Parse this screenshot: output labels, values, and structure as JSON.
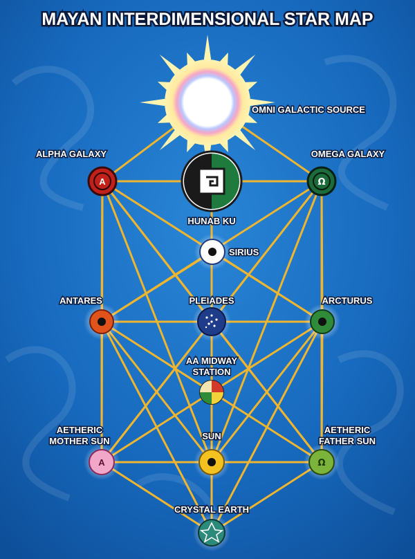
{
  "title": "MAYAN INTERDIMENSIONAL STAR MAP",
  "colors": {
    "background": "#1565b8",
    "lines": "#f0b52e",
    "sun_glow": "#fff3b0"
  },
  "nodes": [
    {
      "id": "omni",
      "label_lines": [
        "OMNI GALACTIC SOURCE"
      ],
      "icon": "radiant-sun-icon",
      "color": "#ffffff"
    },
    {
      "id": "alpha",
      "label_lines": [
        "ALPHA GALAXY"
      ],
      "icon": "alpha-galaxy-icon",
      "color": "#c0211b"
    },
    {
      "id": "omega",
      "label_lines": [
        "OMEGA GALAXY"
      ],
      "icon": "omega-galaxy-icon",
      "color": "#1c6b3a"
    },
    {
      "id": "hunab",
      "label_lines": [
        "HUNAB KU"
      ],
      "icon": "hunab-ku-icon",
      "color": "#1f7a3e"
    },
    {
      "id": "sirius",
      "label_lines": [
        "SIRIUS"
      ],
      "icon": "sirius-star-icon",
      "color": "#ffffff"
    },
    {
      "id": "antares",
      "label_lines": [
        "ANTARES"
      ],
      "icon": "antares-star-icon",
      "color": "#e0541c"
    },
    {
      "id": "pleiades",
      "label_lines": [
        "PLEIADES"
      ],
      "icon": "pleiades-cluster-icon",
      "color": "#1e3c8a"
    },
    {
      "id": "arcturus",
      "label_lines": [
        "ARCTURUS"
      ],
      "icon": "arcturus-star-icon",
      "color": "#2f8a3a"
    },
    {
      "id": "midway",
      "label_lines": [
        "AA MIDWAY",
        "STATION"
      ],
      "icon": "midway-station-icon",
      "color": "#9aa4ad"
    },
    {
      "id": "mother",
      "label_lines": [
        "AETHERIC",
        "MOTHER SUN"
      ],
      "icon": "mother-sun-icon",
      "color": "#f2a6c8"
    },
    {
      "id": "sun",
      "label_lines": [
        "SUN"
      ],
      "icon": "sun-star-icon",
      "color": "#f3c220"
    },
    {
      "id": "father",
      "label_lines": [
        "AETHERIC",
        "FATHER SUN"
      ],
      "icon": "father-sun-icon",
      "color": "#7cb33a"
    },
    {
      "id": "earth",
      "label_lines": [
        "CRYSTAL EARTH"
      ],
      "icon": "crystal-earth-icon",
      "color": "#2c8a7a"
    }
  ],
  "edges": [
    [
      "omni",
      "alpha"
    ],
    [
      "omni",
      "omega"
    ],
    [
      "alpha",
      "hunab"
    ],
    [
      "hunab",
      "omega"
    ],
    [
      "alpha",
      "antares"
    ],
    [
      "omega",
      "arcturus"
    ],
    [
      "antares",
      "mother"
    ],
    [
      "arcturus",
      "father"
    ],
    [
      "mother",
      "sun"
    ],
    [
      "sun",
      "father"
    ],
    [
      "mother",
      "earth"
    ],
    [
      "father",
      "earth"
    ],
    [
      "sun",
      "earth"
    ],
    [
      "alpha",
      "pleiades"
    ],
    [
      "omega",
      "pleiades"
    ],
    [
      "alpha",
      "arcturus"
    ],
    [
      "omega",
      "antares"
    ],
    [
      "alpha",
      "sun"
    ],
    [
      "omega",
      "sun"
    ],
    [
      "alpha",
      "father"
    ],
    [
      "omega",
      "mother"
    ],
    [
      "antares",
      "pleiades"
    ],
    [
      "pleiades",
      "arcturus"
    ],
    [
      "antares",
      "sirius"
    ],
    [
      "arcturus",
      "sirius"
    ],
    [
      "antares",
      "father"
    ],
    [
      "arcturus",
      "mother"
    ],
    [
      "antares",
      "sun"
    ],
    [
      "arcturus",
      "sun"
    ],
    [
      "antares",
      "earth"
    ],
    [
      "arcturus",
      "earth"
    ],
    [
      "pleiades",
      "mother"
    ],
    [
      "pleiades",
      "father"
    ],
    [
      "alpha",
      "mother"
    ],
    [
      "omega",
      "father"
    ],
    [
      "hunab",
      "sun"
    ]
  ]
}
